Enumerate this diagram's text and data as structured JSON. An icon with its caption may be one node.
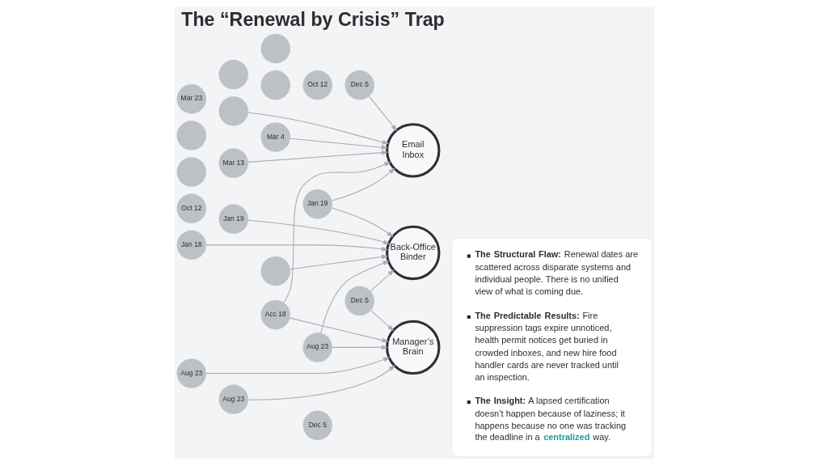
{
  "diagram": {
    "title": "The “Renewal by Crisis” Trap",
    "nodes": [
      {
        "text": [
          "Dec 5"
        ]
      },
      {
        "text": [
          "Dec 5"
        ]
      },
      {
        "text": [],
        "shape": "circle"
      },
      {
        "text": [
          "Oct 12"
        ]
      },
      {
        "text": [
          "Mar 4"
        ]
      },
      {
        "text": [
          "Jan 19"
        ]
      },
      {
        "text": [
          "Mar 13"
        ]
      },
      {
        "text": [],
        "shape": "circle"
      },
      {
        "text": [
          "Aug 23"
        ]
      },
      {
        "text": [
          "Aug 23"
        ]
      },
      {
        "text": [
          "Acc 18"
        ]
      },
      {
        "text": [],
        "shape": "circle"
      },
      {
        "text": [
          "Jan 18"
        ]
      },
      {
        "text": [],
        "shape": "circle"
      },
      {
        "text": [],
        "shape": "circle"
      },
      {
        "text": [],
        "shape": "circle"
      },
      {
        "text": [
          "Jan 19"
        ]
      },
      {
        "text": [
          "Aug 23"
        ]
      },
      {
        "text": [
          "Mar 23"
        ]
      },
      {
        "text": [],
        "shape": "circle"
      },
      {
        "text": [
          "Dec 5"
        ]
      },
      {
        "text": [
          "Oct 12"
        ]
      },
      {
        "text": [
          "Manager’s Brain"
        ]
      },
      {
        "text": [
          "Back-Office Binder"
        ]
      },
      {
        "text": [
          "Email Inbox"
        ]
      },
      {
        "text": [
          "**The Structural Flaw:** Renewal dates are scattered across disparate systems and individual people. There is no unified view of what is coming due.",
          "**The Predictable Results:** Fire suppression tags expire unnoticed, health permit notices get buried in crowded inboxes, and new hire food handler cards are never tracked until an inspection.",
          "**The Insight:** A lapsed certification doesn’t happen because of laziness; it happens because no one was tracking the deadline in a **centralized** way."
        ]
      }
    ],
    "edges": [
      {
        "from": 1,
        "to": 24,
        "arrow": "to"
      },
      {
        "from": 4,
        "to": 24,
        "arrow": "to"
      },
      {
        "from": 5,
        "to": 23,
        "arrow": "to"
      },
      {
        "from": 5,
        "to": 24,
        "arrow": "to"
      },
      {
        "from": 6,
        "to": 24,
        "arrow": "to"
      },
      {
        "from": 8,
        "to": 22,
        "arrow": "to"
      },
      {
        "from": 9,
        "to": 22,
        "arrow": "to"
      },
      {
        "from": 10,
        "to": 22,
        "arrow": "to"
      },
      {
        "from": 10,
        "to": 24,
        "arrow": "to"
      },
      {
        "from": 11,
        "to": 24,
        "arrow": "to"
      },
      {
        "from": 12,
        "to": 23,
        "arrow": "to"
      },
      {
        "from": 13,
        "to": 23,
        "arrow": "to"
      },
      {
        "from": 16,
        "to": 23,
        "arrow": "to"
      },
      {
        "from": 17,
        "to": 22,
        "arrow": "to"
      },
      {
        "from": 17,
        "to": 23,
        "arrow": "to"
      },
      {
        "from": 20,
        "to": 22,
        "arrow": "to"
      },
      {
        "from": 20,
        "to": 23,
        "arrow": "to"
      }
    ]
  }
}
